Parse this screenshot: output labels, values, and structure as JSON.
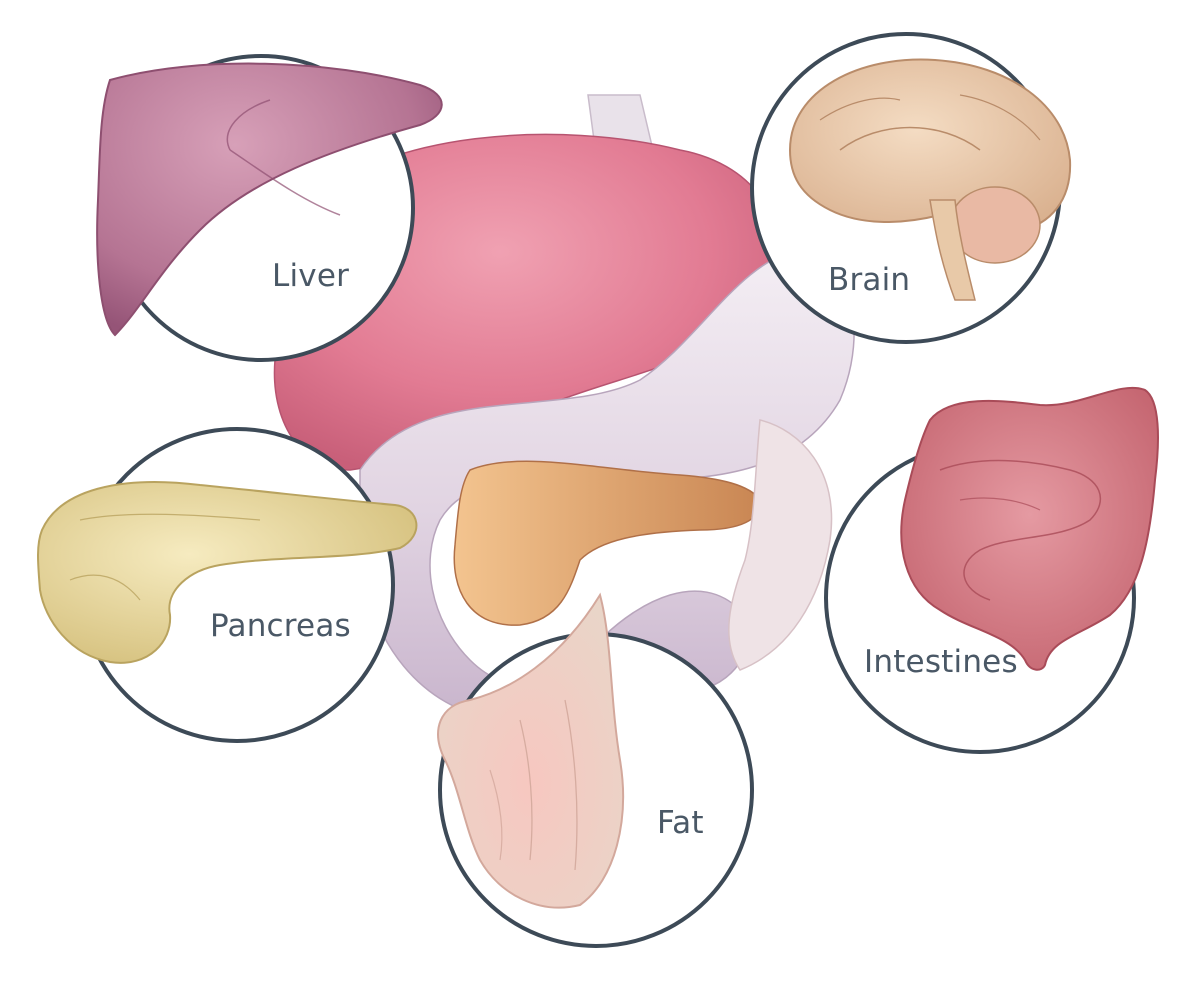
{
  "labels": {
    "liver": "Liver",
    "brain": "Brain",
    "pancreas": "Pancreas",
    "intestines": "Intestines",
    "fat": "Fat"
  },
  "colors": {
    "ring": "#3d4a57",
    "label_text": "#4a5866",
    "stomach": "#e27b93",
    "duodenum": "#e6dce6",
    "liver": "#b57493",
    "brain": "#e7c7a6",
    "pancreas": "#ecdb9b",
    "intestines": "#d8808a",
    "fat": "#f2c2b8"
  }
}
